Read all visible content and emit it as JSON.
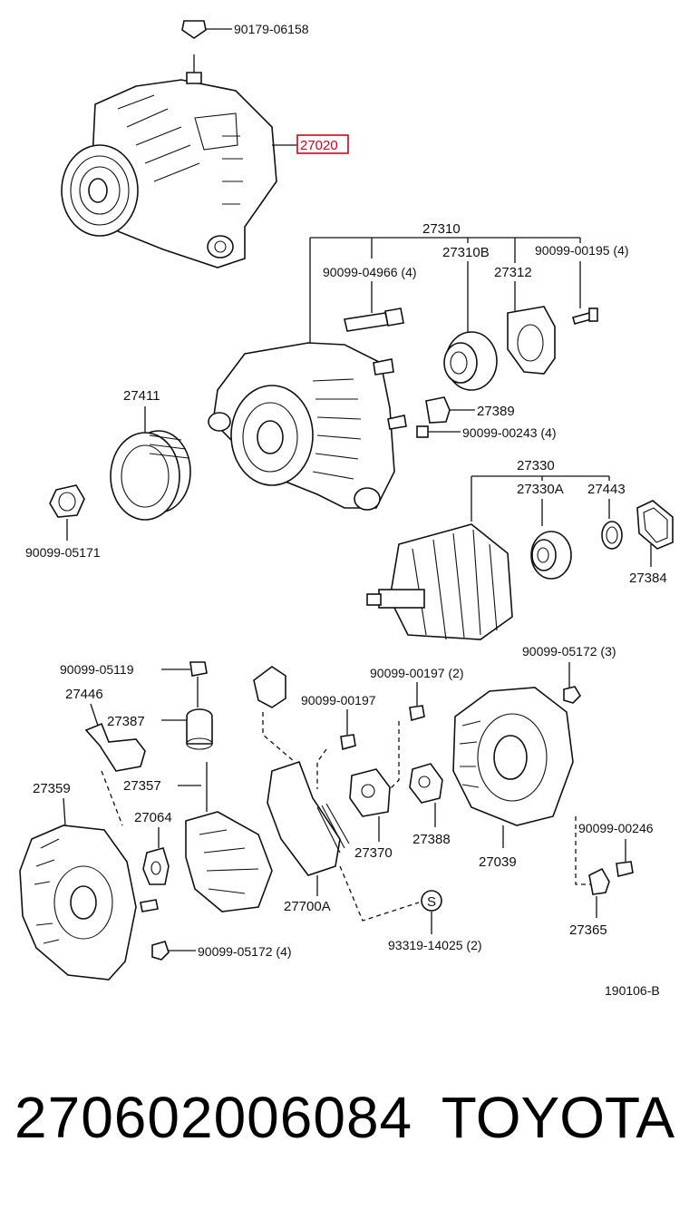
{
  "labels": {
    "p_90179_06158": "90179-06158",
    "p_27020": "27020",
    "p_27310": "27310",
    "p_27310B": "27310B",
    "p_90099_00195": "90099-00195 (4)",
    "p_90099_04966": "90099-04966 (4)",
    "p_27312": "27312",
    "p_27411": "27411",
    "p_27389": "27389",
    "p_90099_00243": "90099-00243 (4)",
    "p_90099_05171": "90099-05171",
    "p_27330": "27330",
    "p_27330A": "27330A",
    "p_27443": "27443",
    "p_27384": "27384",
    "p_90099_05119": "90099-05119",
    "p_90099_05172_3": "90099-05172 (3)",
    "p_27446": "27446",
    "p_90099_00197_2": "90099-00197 (2)",
    "p_27387": "27387",
    "p_90099_00197": "90099-00197",
    "p_27359": "27359",
    "p_27357": "27357",
    "p_27064": "27064",
    "p_27370": "27370",
    "p_27388": "27388",
    "p_27039": "27039",
    "p_90099_00246": "90099-00246",
    "p_27700A": "27700A",
    "p_S": "S",
    "p_93319_14025": "93319-14025 (2)",
    "p_27365": "27365",
    "p_90099_05172_4": "90099-05172 (4)",
    "diagram_code": "190106-B"
  },
  "highlight_color": "#d6001c",
  "footer": {
    "part_number": "270602006084",
    "brand": "TOYOTA"
  }
}
